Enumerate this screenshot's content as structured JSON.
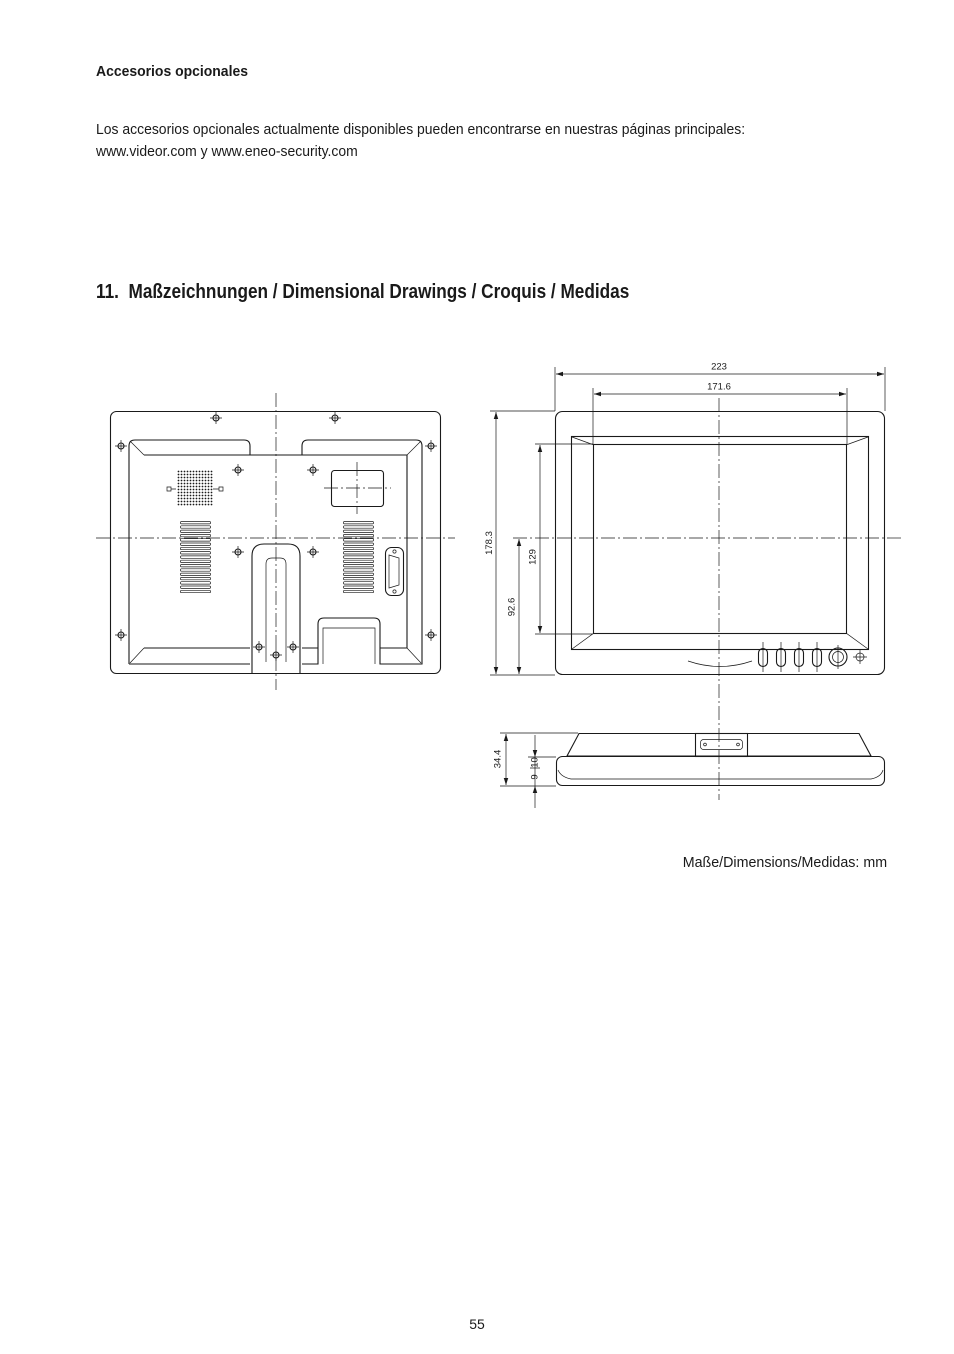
{
  "section_accessories": {
    "title": "Accesorios opcionales",
    "text_line1": "Los accesorios opcionales actualmente disponibles pueden encontrarse en nuestras páginas principales:",
    "text_line2": "www.videor.com y www.eneo-security.com"
  },
  "section_drawings": {
    "heading": "11.  Maßzeichnungen / Dimensional Drawings / Croquis / Medidas",
    "dimensions": {
      "overall_width": "223",
      "screen_width": "171.6",
      "overall_height": "178.3",
      "screen_height": "129",
      "center_height": "92.6",
      "depth": "34.4",
      "front_part": "10",
      "base_part": "9"
    },
    "units_note": "Maße/Dimensions/Medidas: mm"
  },
  "page_number": "55"
}
